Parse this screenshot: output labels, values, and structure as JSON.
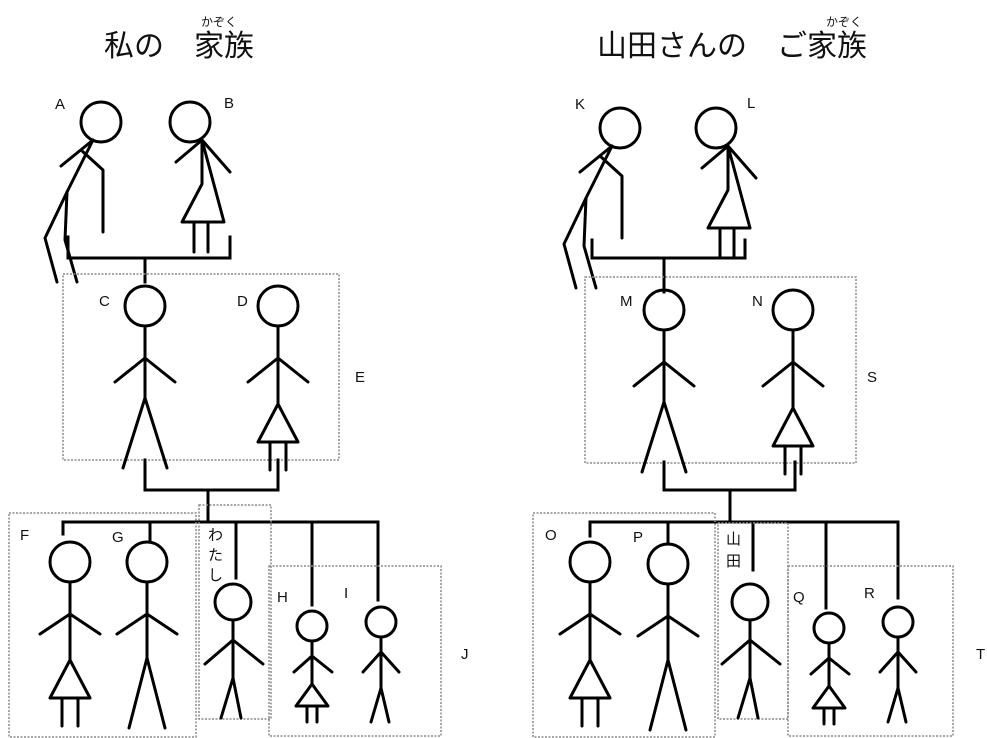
{
  "left": {
    "title": "私の　家族",
    "ruby": "かぞく",
    "labels": {
      "A": "A",
      "B": "B",
      "C": "C",
      "D": "D",
      "E": "E",
      "F": "F",
      "G": "G",
      "H": "H",
      "I": "I",
      "J": "J"
    },
    "self_label": [
      "わ",
      "た",
      "し"
    ]
  },
  "right": {
    "title": "山田さんの　ご家族",
    "ruby": "かぞく",
    "labels": {
      "K": "K",
      "L": "L",
      "M": "M",
      "N": "N",
      "O": "O",
      "P": "P",
      "Q": "Q",
      "R": "R",
      "S": "S",
      "T": "T"
    },
    "self_label": [
      "山",
      "田"
    ]
  }
}
